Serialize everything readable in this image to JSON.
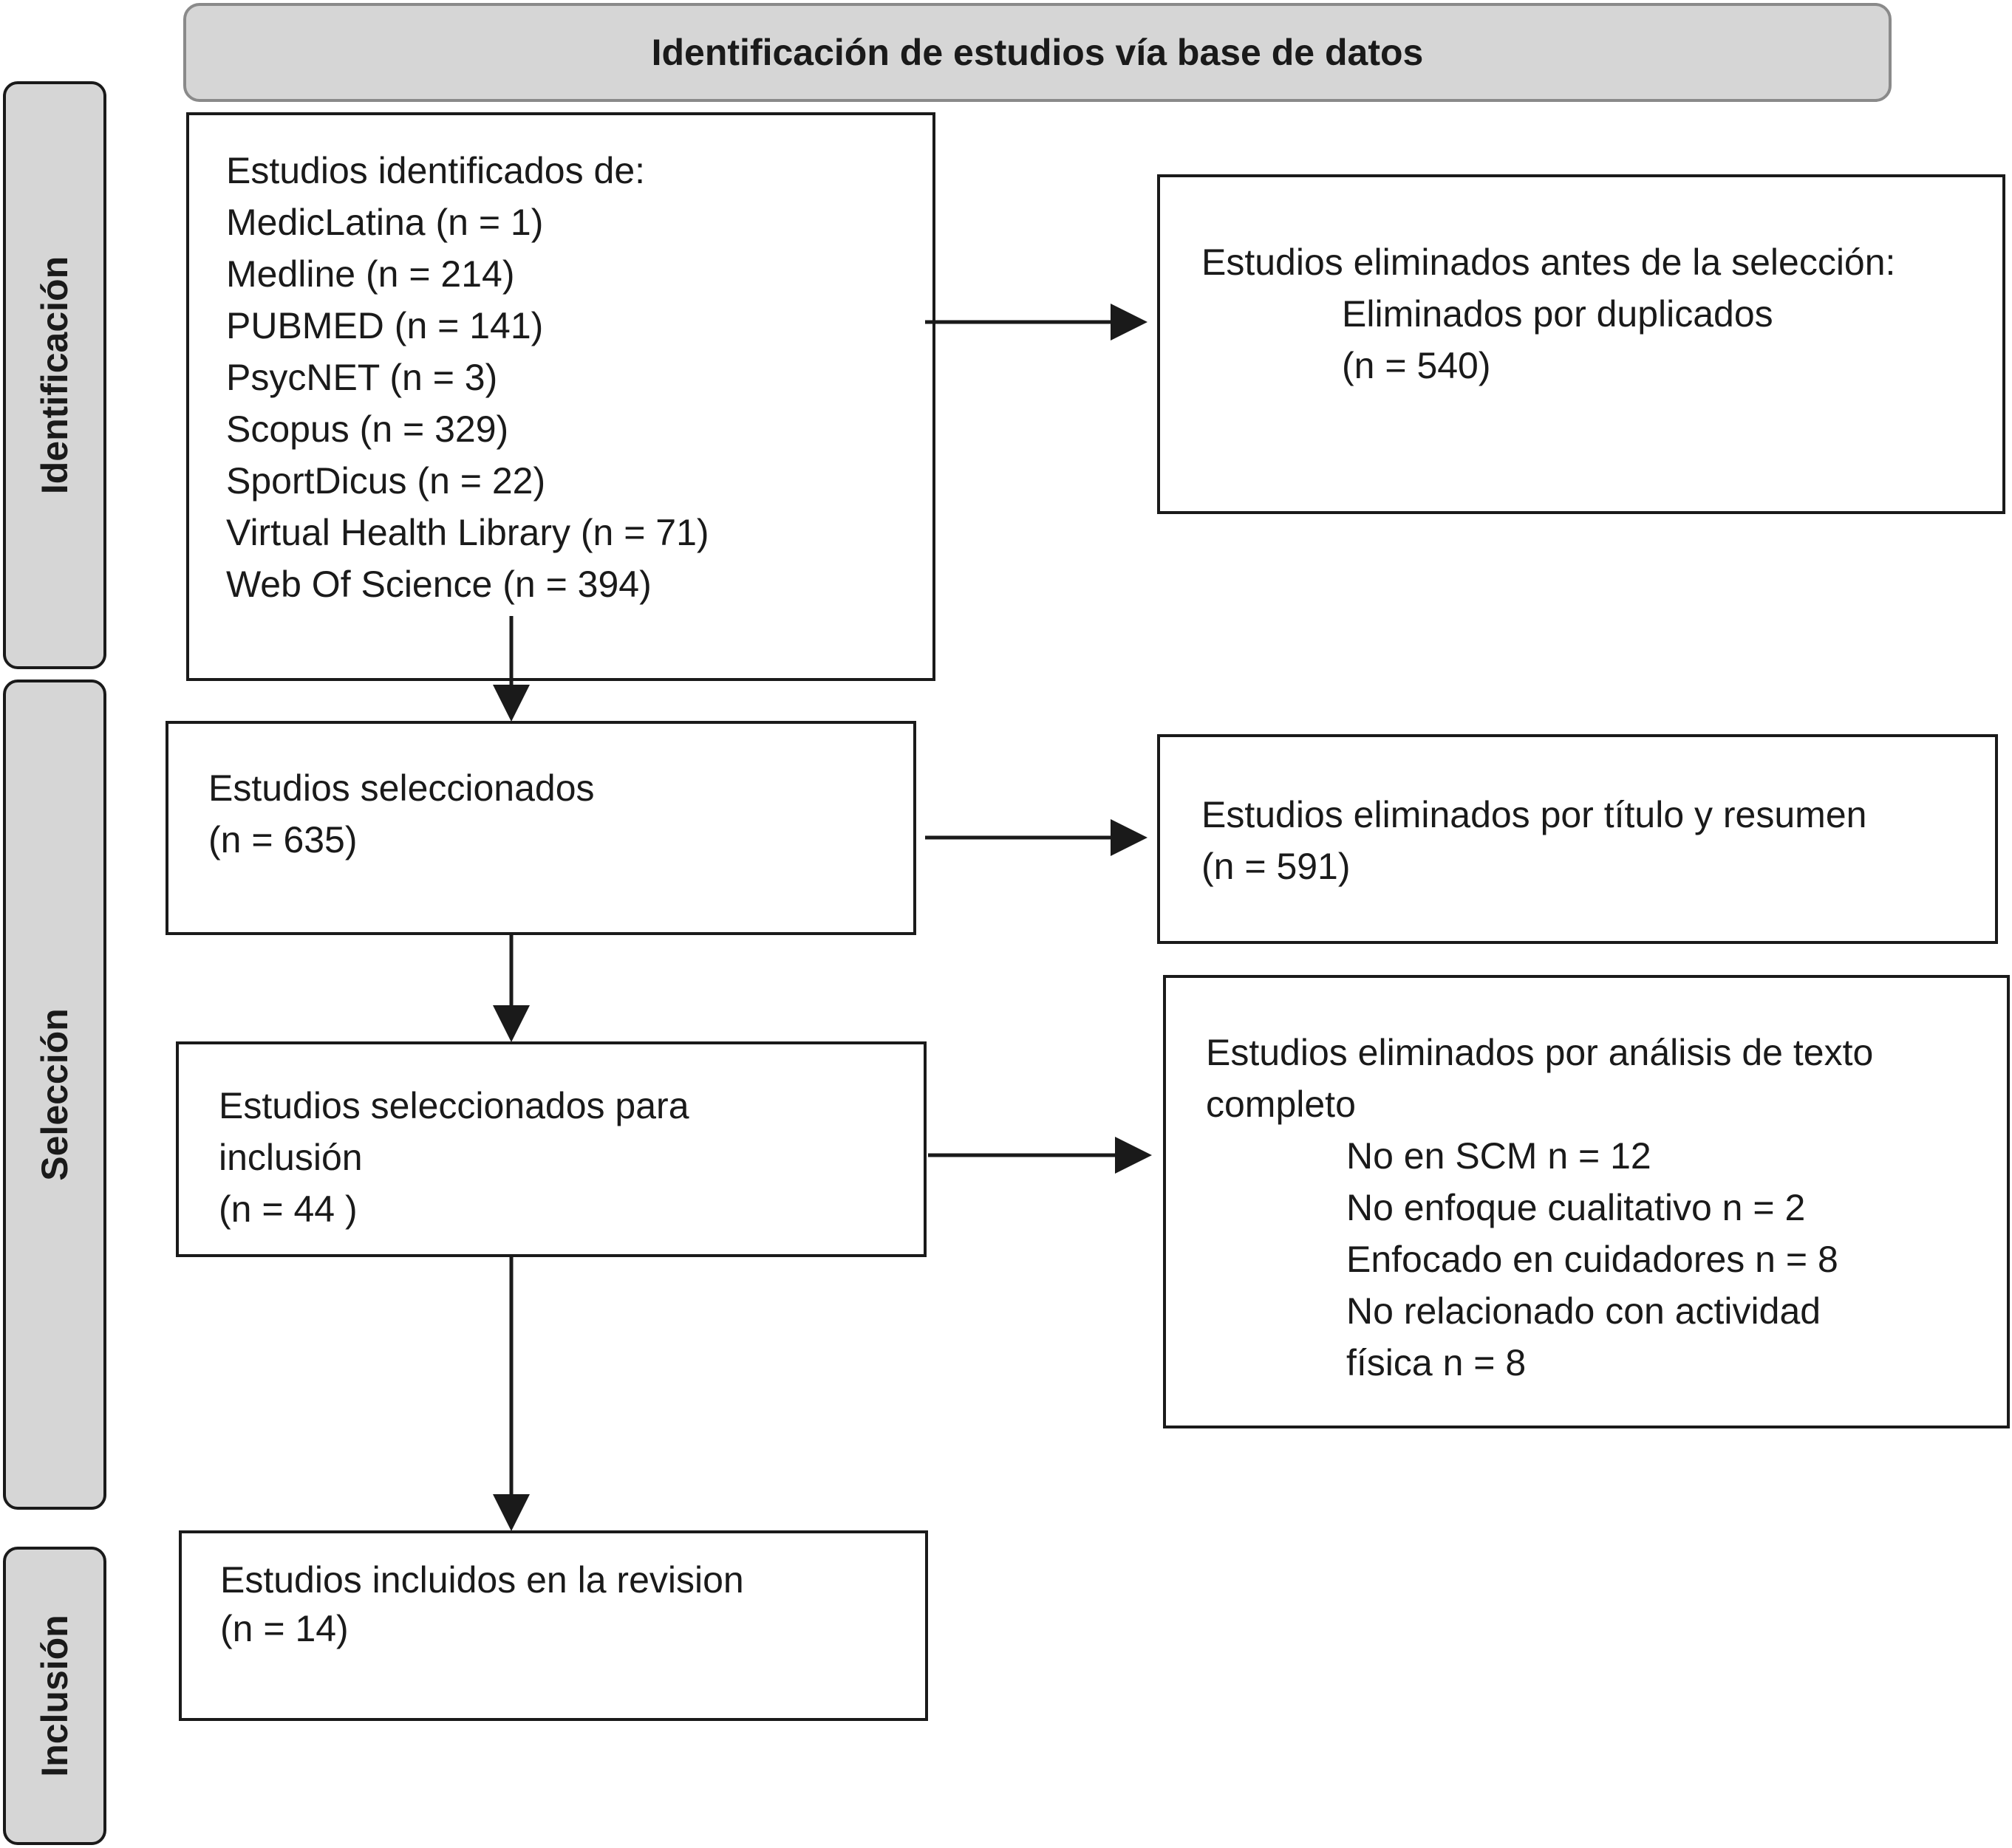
{
  "header": {
    "title": "Identificación de estudios vía base de datos"
  },
  "phases": {
    "identificacion": "Identificación",
    "seleccion": "Selección",
    "inclusion": "Inclusión"
  },
  "identified": {
    "title": "Estudios identificados de:",
    "sources": [
      "MedicLatina (n = 1)",
      "Medline (n = 214)",
      "PUBMED (n = 141)",
      "PsycNET (n = 3)",
      "Scopus (n = 329)",
      "SportDicus (n = 22)",
      "Virtual Health Library (n = 71)",
      "Web Of Science (n = 394)"
    ]
  },
  "removed_before": {
    "title": "Estudios eliminados antes de la selección:",
    "reason": "Eliminados por duplicados",
    "count": "(n = 540)"
  },
  "screened": {
    "title": "Estudios seleccionados",
    "count": "(n = 635)"
  },
  "removed_title_abstract": {
    "title": "Estudios eliminados por título y resumen",
    "count": "(n = 591)"
  },
  "eligible": {
    "line1": "Estudios seleccionados para",
    "line2": "inclusión",
    "count": "(n = 44 )"
  },
  "removed_fulltext": {
    "line1": "Estudios eliminados por análisis de texto",
    "line2": "completo",
    "reasons": [
      "No en SCM n = 12",
      "No enfoque cualitativo n = 2",
      "Enfocado en cuidadores  n = 8",
      "No relacionado con actividad",
      "física n = 8"
    ]
  },
  "included": {
    "title": "Estudios incluidos en la revision",
    "count": "(n = 14)"
  }
}
